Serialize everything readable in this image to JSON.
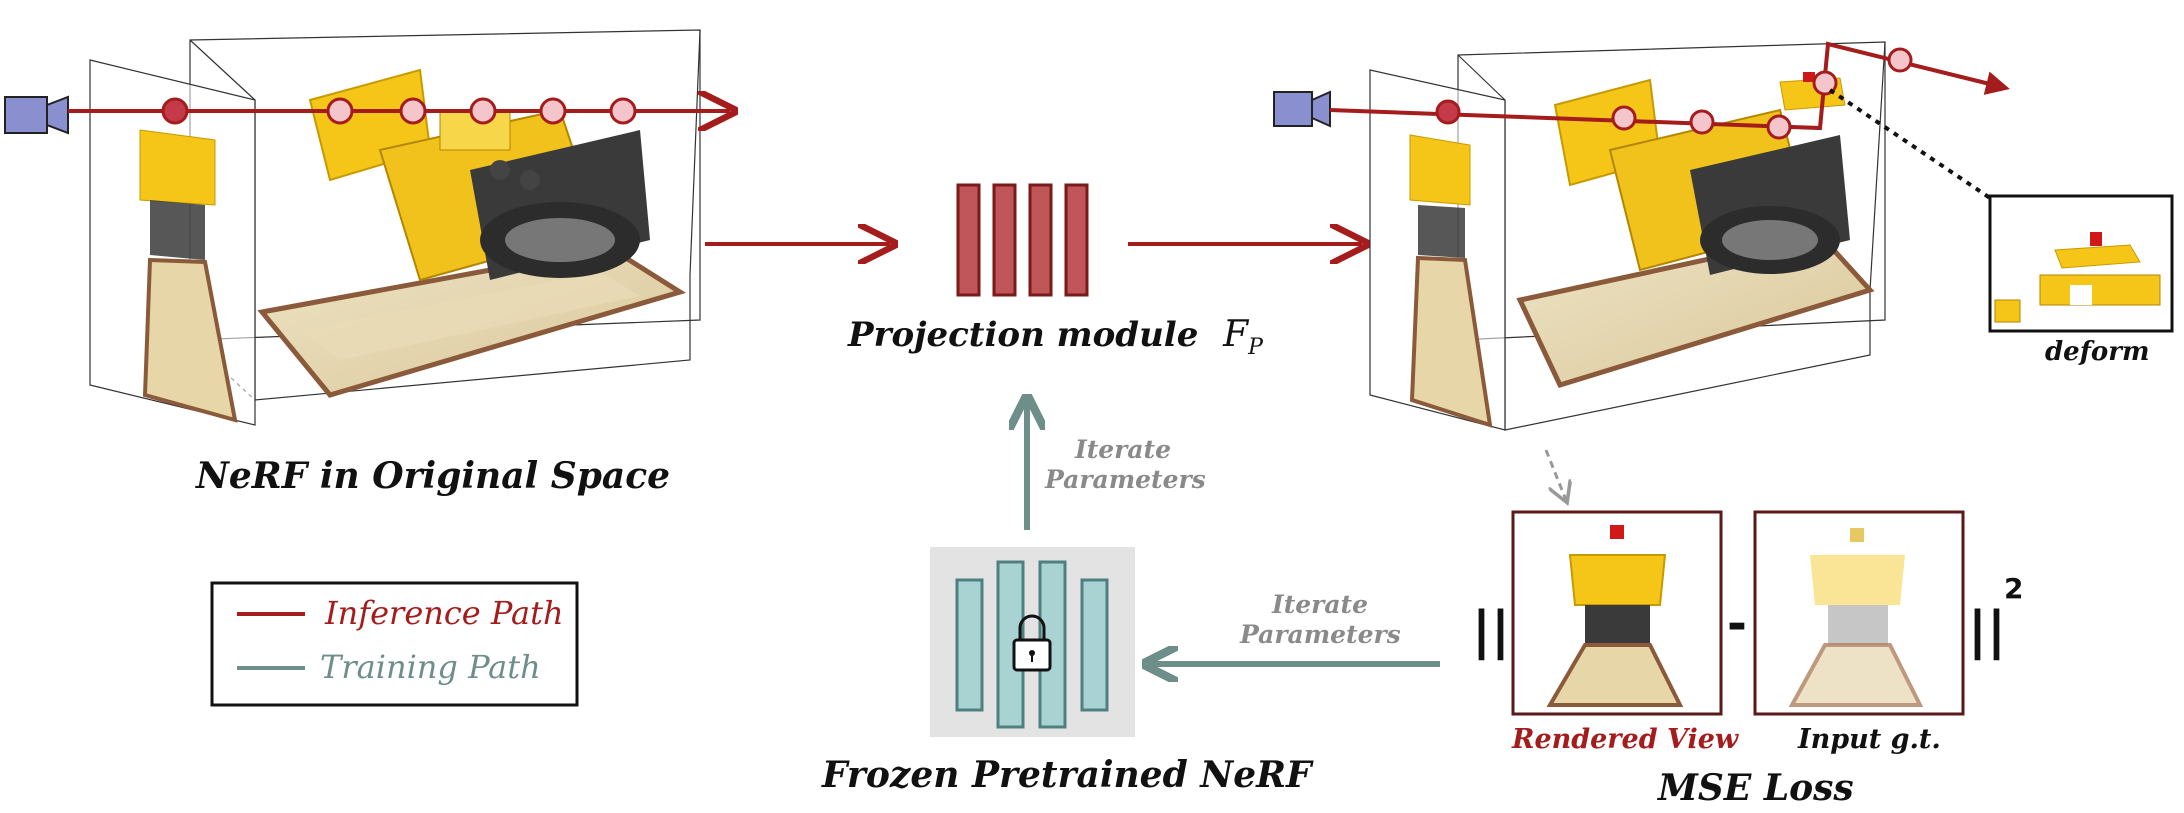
{
  "labels": {
    "nerf_original": "NeRF in Original Space",
    "projection_module": "Projection module",
    "projection_symbol_F": "F",
    "projection_symbol_sub": "P",
    "frozen_nerf": "Frozen Pretrained NeRF",
    "iterate_vertical_1": "Iterate",
    "iterate_vertical_2": "Parameters",
    "iterate_horizontal_1": "Iterate",
    "iterate_horizontal_2": "Parameters",
    "deform": "deform",
    "rendered_view": "Rendered View",
    "input_gt": "Input g.t.",
    "mse_loss": "MSE Loss",
    "norm_left": "||",
    "minus": "-",
    "norm_right": "||",
    "exponent": "2"
  },
  "legend": {
    "inference": "Inference Path",
    "training": "Training Path"
  },
  "colors": {
    "inference": "#a51c1c",
    "training": "#6e8e8a",
    "bar_fill": "#c0565a",
    "frozen_bar": "#a9d3d3",
    "camera": "#8a8fd0",
    "sample_fill": "#f4c6cc",
    "lego_yellow": "#f5c518"
  }
}
